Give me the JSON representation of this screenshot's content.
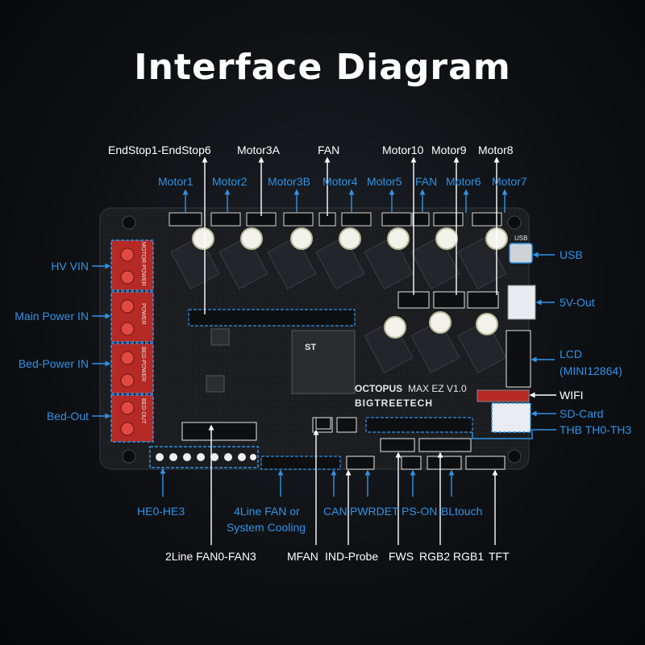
{
  "title": "Interface Diagram",
  "colors": {
    "accent_blue": "#2f93e8",
    "line_white": "#ffffff",
    "board": "#1a1c1f",
    "terminal_red": "#c9302c"
  },
  "board": {
    "brand": "BIGTREETECH",
    "model": "OCTOPUS",
    "version": "MAX EZ V1.0",
    "block_labels": [
      "MOTOR-POWER",
      "POWER",
      "BED-POWER",
      "BED-OUT"
    ],
    "usb_label": "USB",
    "chip_mark": "ST"
  },
  "labels": {
    "endstops": "EndStop1-EndStop6",
    "motor3a": "Motor3A",
    "fan_top": "FAN",
    "motor10": "Motor10",
    "motor9": "Motor9",
    "motor8": "Motor8",
    "motor1": "Motor1",
    "motor2": "Motor2",
    "motor3b": "Motor3B",
    "motor4": "Motor4",
    "motor5": "Motor5",
    "fan_blue": "FAN",
    "motor6": "Motor6",
    "motor7": "Motor7",
    "usb": "USB",
    "v5out": "5V-Out",
    "lcd": "LCD",
    "lcd_sub": "(MINI12864)",
    "wifi": "WIFI",
    "sdcard": "SD-Card",
    "thb": "THB TH0-TH3",
    "hv_vin": "HV VIN",
    "main_power": "Main Power IN",
    "bed_power": "Bed-Power IN",
    "bed_out": "Bed-Out",
    "he": "HE0-HE3",
    "fan4line": "4Line FAN or",
    "fan4line_2": "System Cooling",
    "can": "CAN",
    "pwrdet": "PWRDET",
    "pson": "PS-ON",
    "bltouch": "BLtouch",
    "fan2line": "2Line FAN0-FAN3",
    "mfan": "MFAN",
    "indprobe": "IND-Probe",
    "fws": "FWS",
    "rgb": "RGB2 RGB1",
    "tft": "TFT"
  }
}
